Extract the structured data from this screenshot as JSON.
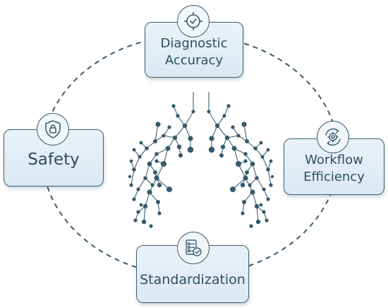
{
  "nodes": {
    "diagnostic_accuracy": {
      "line1": "Diagnostic",
      "line2": "Accuracy",
      "icon": "target-check-icon"
    },
    "safety": {
      "label": "Safety",
      "icon": "shield-lock-icon"
    },
    "workflow_efficiency": {
      "line1": "Workflow",
      "line2": "Efficiency",
      "icon": "gear-cycle-icon"
    },
    "standardization": {
      "label": "Standardization",
      "icon": "checklist-clipboard-icon"
    }
  },
  "colors": {
    "outline": "#3f6072",
    "box_fill": "#e2eef6",
    "text": "#2f4f60",
    "network_node": "#36596d",
    "ring": "#3c5a6b"
  }
}
